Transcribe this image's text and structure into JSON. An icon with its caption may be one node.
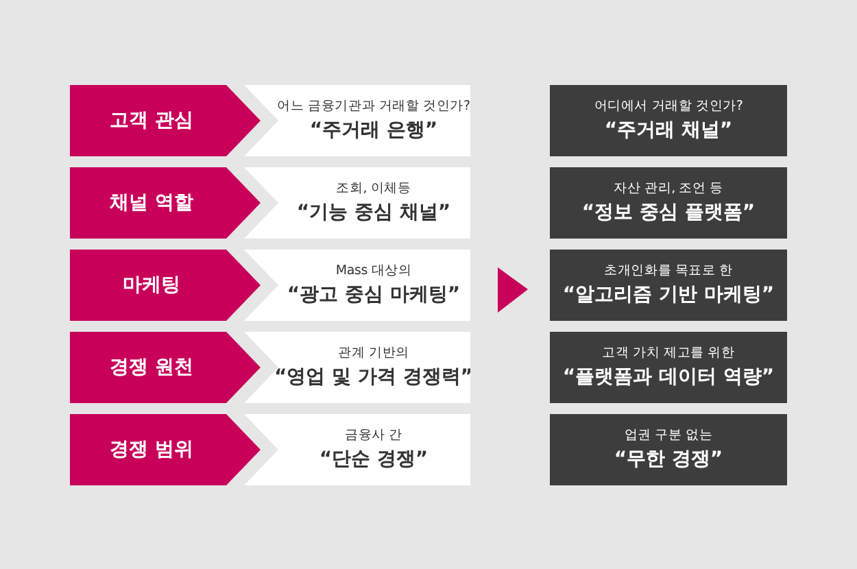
{
  "diagram": {
    "nodes": [
      {
        "text": [
          "고객 관심"
        ]
      },
      {
        "text": [
          "어느 금융기관과 거래할 것인가?",
          "“주거래 은행”"
        ]
      },
      {
        "text": [
          "채널 역할"
        ]
      },
      {
        "text": [
          "조회, 이체등",
          "“기능 중심 채널”"
        ]
      },
      {
        "text": [
          "마케팅"
        ]
      },
      {
        "text": [
          "Mass 대상의",
          "“광고 중심 마케팅”"
        ]
      },
      {
        "text": [
          "경쟁 원천"
        ]
      },
      {
        "text": [
          "관계 기반의",
          "“영업 및 가격 경쟁력”"
        ]
      },
      {
        "text": [
          "경쟁 범위"
        ]
      },
      {
        "text": [
          "금융사 간",
          "“단순 경쟁”"
        ]
      },
      {
        "text": [
          "어디에서 거래할 것인가?",
          "“주거래 채널”"
        ]
      },
      {
        "text": [
          "자산 관리, 조언 등",
          "“정보 중심 플랫폼”"
        ]
      },
      {
        "text": [
          "초개인화를 목표로 한",
          "“알고리즘 기반 마케팅”"
        ]
      },
      {
        "text": [
          "고객 가치 제고를 위한",
          "“플랫폼과 데이터 역량”"
        ]
      },
      {
        "text": [
          "업권 구분 없는",
          "“무한 경쟁”"
        ]
      }
    ],
    "edges": [
      {
        "from": 5,
        "to": 12,
        "arrow": "to"
      }
    ]
  }
}
